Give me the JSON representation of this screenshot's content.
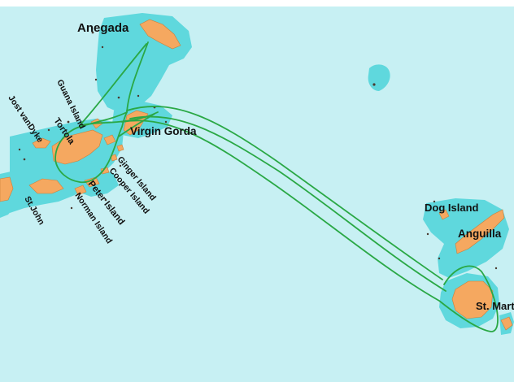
{
  "map": {
    "colors": {
      "sea": "#c7f0f3",
      "shallows": "#5fd8dd",
      "land": "#f5a860",
      "route": "#2aa845",
      "label": "#111111"
    },
    "places": {
      "anegada": "Anegada",
      "guana_island": "Guana Island",
      "jost_van_dyke": "Jost vanDyke",
      "tortola": "Tortola",
      "virgin_gorda": "Virgin Gorda",
      "ginger_island": "Ginger Island",
      "cooper_island": "Cooper Island",
      "peter_island": "Peter Island",
      "norman_island": "Norman Island",
      "st_john": "St.John",
      "dog_island": "Dog Island",
      "anguilla": "Anguilla",
      "st_martin": "St. Martin"
    }
  }
}
